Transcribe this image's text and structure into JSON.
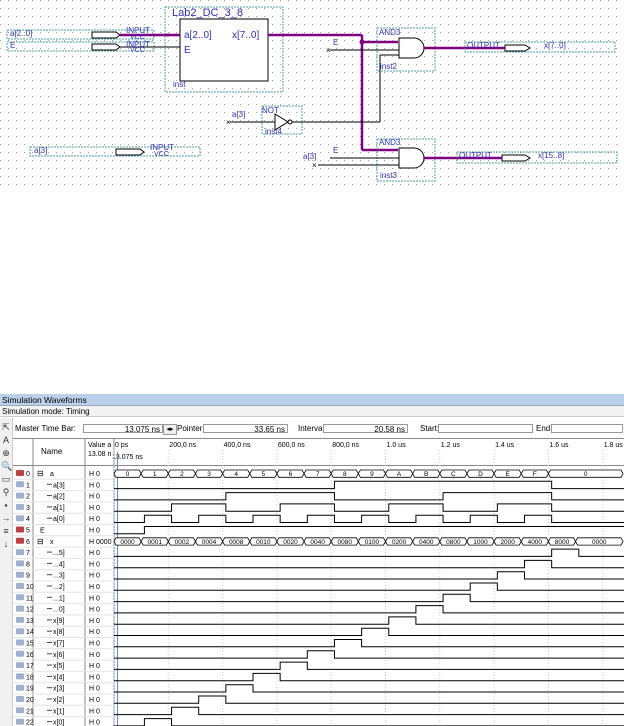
{
  "schematic": {
    "block_title": "Lab2_DC_3_8",
    "block_port_in_a": "a[2..0]",
    "block_port_in_e": "E",
    "block_port_out": "x[7..0]",
    "block_inst": "inst",
    "input_a_label": "a[2..0]",
    "input_e_label": "E",
    "input_a3_label": "a[3]",
    "input_pin_text": "INPUT",
    "vcc_text": "VCC",
    "and_top_label": "AND3",
    "and_top_inst": "inst2",
    "and_top_e": "E",
    "and_bot_label": "AND3",
    "and_bot_inst": "inst3",
    "and_bot_e": "E",
    "and_bot_a3": "a[3]",
    "not_label": "NOT",
    "not_inst": "inst4",
    "not_in_label": "a[3]",
    "output_text": "OUTPUT",
    "out_top_label": "x[7..0]",
    "out_bot_label": "x[15..8]"
  },
  "sim": {
    "title": "Simulation Waveforms",
    "mode": "Simulation mode: Timing",
    "master_label": "Master Time Bar:",
    "master_value": "13.075 ns",
    "pointer_label": "Pointer:",
    "pointer_value": "33.65 ns",
    "interval_label": "Interval:",
    "interval_value": "20.58 ns",
    "start_label": "Start:",
    "start_value": "",
    "end_label": "End:",
    "end_value": "",
    "col_name": "Name",
    "col_value_1": "Value a",
    "col_value_2": "13.08 n",
    "cursor_time": "13.075 ns",
    "time_ticks": [
      "0 ps",
      "200,0 ns",
      "400,0 ns",
      "600,0 ns",
      "800,0 ns",
      "1.0 us",
      "1.2 us",
      "1.4 us",
      "1.6 us",
      "1.8 us"
    ],
    "rows": [
      {
        "num": "0",
        "name": "a",
        "value": "H 0",
        "type": "bus"
      },
      {
        "num": "1",
        "name": "a[3]",
        "value": "H 0",
        "type": "sub"
      },
      {
        "num": "2",
        "name": "a[2]",
        "value": "H 0",
        "type": "sub"
      },
      {
        "num": "3",
        "name": "a[1]",
        "value": "H 0",
        "type": "sub"
      },
      {
        "num": "4",
        "name": "a[0]",
        "value": "H 0",
        "type": "sub"
      },
      {
        "num": "5",
        "name": "E",
        "value": "H 0",
        "type": "sig"
      },
      {
        "num": "6",
        "name": "x",
        "value": "H 0000",
        "type": "bus"
      },
      {
        "num": "7",
        "name": "...5]",
        "value": "H 0",
        "type": "sub"
      },
      {
        "num": "8",
        "name": "...4]",
        "value": "H 0",
        "type": "sub"
      },
      {
        "num": "9",
        "name": "...3]",
        "value": "H 0",
        "type": "sub"
      },
      {
        "num": "10",
        "name": "...2]",
        "value": "H 0",
        "type": "sub"
      },
      {
        "num": "11",
        "name": "...1]",
        "value": "H 0",
        "type": "sub"
      },
      {
        "num": "12",
        "name": "...0]",
        "value": "H 0",
        "type": "sub"
      },
      {
        "num": "13",
        "name": "x[9]",
        "value": "H 0",
        "type": "sub"
      },
      {
        "num": "14",
        "name": "x[8]",
        "value": "H 0",
        "type": "sub"
      },
      {
        "num": "15",
        "name": "x[7]",
        "value": "H 0",
        "type": "sub"
      },
      {
        "num": "16",
        "name": "x[6]",
        "value": "H 0",
        "type": "sub"
      },
      {
        "num": "17",
        "name": "x[5]",
        "value": "H 0",
        "type": "sub"
      },
      {
        "num": "18",
        "name": "x[4]",
        "value": "H 0",
        "type": "sub"
      },
      {
        "num": "19",
        "name": "x[3]",
        "value": "H 0",
        "type": "sub"
      },
      {
        "num": "20",
        "name": "x[2]",
        "value": "H 0",
        "type": "sub"
      },
      {
        "num": "21",
        "name": "x[1]",
        "value": "H 0",
        "type": "sub"
      },
      {
        "num": "22",
        "name": "x[0]",
        "value": "H 0",
        "type": "sub"
      }
    ],
    "a_bus_values": [
      "0",
      "1",
      "2",
      "3",
      "4",
      "5",
      "6",
      "7",
      "8",
      "9",
      "A",
      "B",
      "C",
      "D",
      "E",
      "F",
      "0"
    ],
    "x_bus_values": [
      "0000",
      "0001",
      "0002",
      "0004",
      "0008",
      "0010",
      "0020",
      "0040",
      "0080",
      "0100",
      "0200",
      "0400",
      "0800",
      "1000",
      "2000",
      "4000",
      "8000",
      "0000"
    ],
    "colors": {
      "bus_wire": "#800080",
      "pin_text": "#3030c0",
      "frame": "#4aa0a0",
      "wave": "#000000",
      "title_bg": "#b9d1ea"
    }
  }
}
